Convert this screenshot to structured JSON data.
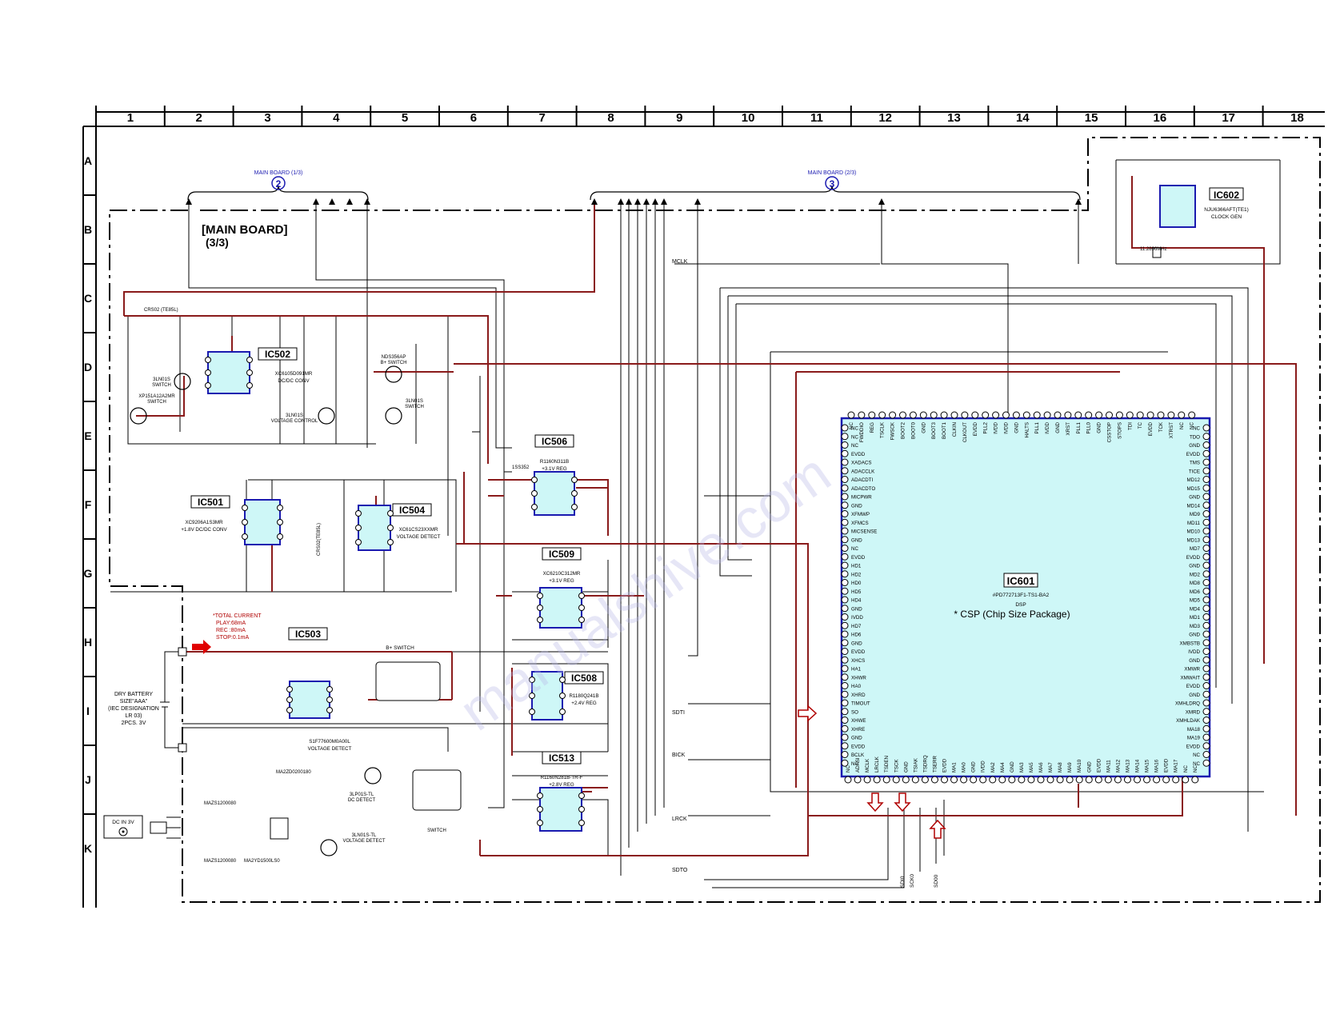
{
  "columns": [
    "1",
    "2",
    "3",
    "4",
    "5",
    "6",
    "7",
    "8",
    "9",
    "10",
    "11",
    "12",
    "13",
    "14",
    "15",
    "16",
    "17",
    "18"
  ],
  "rows": [
    "A",
    "B",
    "C",
    "D",
    "E",
    "F",
    "G",
    "H",
    "I",
    "J",
    "K"
  ],
  "board_title": "[MAIN BOARD]",
  "board_sub": "(3/3)",
  "connectors": [
    {
      "label": "MAIN BOARD (1/3)",
      "num": "2"
    },
    {
      "label": "MAIN BOARD (2/3)",
      "num": "3"
    }
  ],
  "ics": [
    {
      "id": "IC502",
      "part": "XC6105D091MR",
      "desc": "DC/DC CONV"
    },
    {
      "id": "IC501",
      "part": "XC9206A1S3MR",
      "desc": "+1.8V DC/DC CONV"
    },
    {
      "id": "IC504",
      "part": "XC61CS23XXMR",
      "desc": "VOLTAGE DETECT"
    },
    {
      "id": "IC506",
      "part": "R1160N311B",
      "desc": "+3.1V REG"
    },
    {
      "id": "IC509",
      "part": "XC6210C312MR",
      "desc": "+3.1V REG"
    },
    {
      "id": "IC503",
      "part": "S1F77600M0A00L",
      "desc": "VOLTAGE DETECT"
    },
    {
      "id": "IC508",
      "part": "R1180Q241B",
      "desc": "+2.4V REG"
    },
    {
      "id": "IC513",
      "part": "R1160N281B-TR-F",
      "desc": "+2.8V REG"
    },
    {
      "id": "IC602",
      "part": "NJU6366AFT(TE1)",
      "desc": "CLOCK GEN"
    },
    {
      "id": "IC601",
      "part": "#PD772713F1-TS1-BA2",
      "desc": "DSP"
    }
  ],
  "csp_note": "* CSP (Chip Size Package)",
  "current_note": [
    "*TOTAL CURRENT",
    "PLAY:68mA",
    "REC :80mA",
    "STOP:0.1mA"
  ],
  "battery_note": [
    "DRY BATTERY",
    "SIZE\"AAA\"",
    "(IEC DESIGNATION",
    "LR 03)",
    "2PCS. 3V"
  ],
  "dc_in": "DC IN 3V",
  "signals": [
    "MCLK",
    "SDTI",
    "BICK",
    "LRCK",
    "SDTO"
  ],
  "signals_bottom": [
    "SDI0",
    "SCK0",
    "SD00"
  ],
  "ic601_left_pins": [
    "NC",
    "NC",
    "NC",
    "EVDD",
    "XADACS",
    "ADACCLK",
    "ADACDTI",
    "ADACDTO",
    "MICPWR",
    "GND",
    "XFMWP",
    "XFMCS",
    "MICSENSE",
    "GND",
    "NC",
    "EVDD",
    "HD1",
    "HD2",
    "HD0",
    "HD5",
    "HD4",
    "GND",
    "IVDD",
    "HD7",
    "HD6",
    "GND",
    "EVDD",
    "XHCS",
    "HA1",
    "XHWR",
    "HA0",
    "XHRD",
    "TIMOUT",
    "SO",
    "XHWE",
    "XHRE",
    "GND",
    "EVDD",
    "BCLK",
    "NC"
  ],
  "ic601_right_pins": [
    "NC",
    "TDO",
    "GND",
    "EVDD",
    "TMS",
    "TICE",
    "MD12",
    "MD15",
    "GND",
    "MD14",
    "MD9",
    "MD11",
    "MD10",
    "MD13",
    "MD7",
    "EVDD",
    "GND",
    "MD2",
    "MD8",
    "MD6",
    "MD5",
    "MD4",
    "MD1",
    "MD3",
    "GND",
    "XMBSTB",
    "IVDD",
    "GND",
    "XMWR",
    "XMWAIT",
    "EVDD",
    "GND",
    "XMHLDRQ",
    "XMRD",
    "XMHLDAK",
    "MA18",
    "MA19",
    "EVDD",
    "NC",
    "NC"
  ],
  "ic601_top_pins": [
    "NC",
    "FWDDIO",
    "REG",
    "TSCLK",
    "FWSCK",
    "BOOT2",
    "BOOT0",
    "GND",
    "BOOT3",
    "BOOT1",
    "CLKIN",
    "CLKOUT",
    "EVDD",
    "PLL2",
    "IVDD",
    "IVDD",
    "GND",
    "HALTS",
    "PLL1",
    "IVDD",
    "GND",
    "XRST",
    "PLL1",
    "PLL0",
    "GND",
    "CSSTOP",
    "STOPS",
    "TDI",
    "TC",
    "EVDD",
    "TCK",
    "XTRST",
    "NC",
    "NC"
  ],
  "ic601_bottom_pins": [
    "NC",
    "ADASI",
    "MCLK",
    "LRCLK",
    "TSDEN",
    "TSCK",
    "GND",
    "TSIAK",
    "TSDRQ",
    "TSERR",
    "EVDD",
    "MA1",
    "MA0",
    "GND",
    "IVDD",
    "MA2",
    "MA4",
    "GND",
    "MA3",
    "MA5",
    "MA6",
    "MA7",
    "MA8",
    "MA9",
    "MA10",
    "GND",
    "EVDD",
    "MA11",
    "MA12",
    "MA13",
    "MA14",
    "MA15",
    "MA16",
    "EVDD",
    "MA17",
    "NC",
    "NC"
  ],
  "misc_labels": {
    "q_switch1": "XP151A12A2MR\nSWITCH",
    "q_switch2": "3LN01S\nSWITCH",
    "q_bplus": "NDS356AP\nB+ SWITCH",
    "q_3ln_sw": "3LN01S\nSWITCH",
    "q_volt_ctrl": "3LN01S\nVOLTAGE CONTROL",
    "diode_top": "CRS02 (TE85L)",
    "diode_1ss": "1SS352",
    "bplus_switch": "B+ SWITCH",
    "dc_detect": "3LP01S-TL\nDC DETECT",
    "volt_detect2": "3LN01S-TL\nVOLTAGE DETECT",
    "switch": "SWITCH",
    "ma2z": "MA2ZD0200180",
    "maz1": "MAZS1200080",
    "maz2": "MAZS1200080",
    "ma2y": "MA2YD1500LS0",
    "crs_vert": "CRS02(TE85L)",
    "xtal": "11.2896MHz"
  }
}
